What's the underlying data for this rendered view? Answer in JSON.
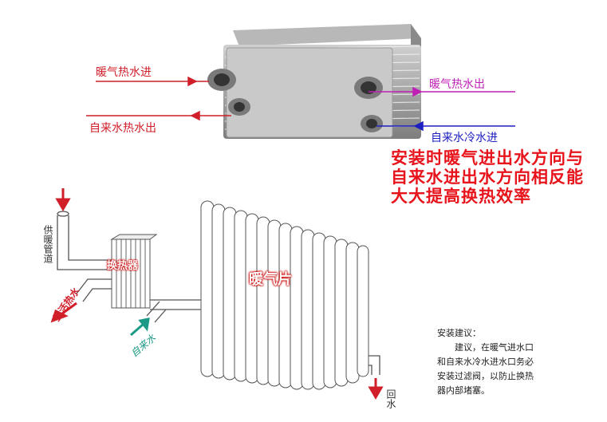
{
  "top_labels": {
    "heating_in": "暖气热水进",
    "heating_out": "暖气热水出",
    "tap_hot_out": "自来水热水出",
    "tap_cold_in": "自来水冷水进"
  },
  "headline": [
    "安装时暖气进出水方向与",
    "自来水进出水方向相反能",
    "大大提高换热效率"
  ],
  "diagram": {
    "supply_pipe": "供暖管道",
    "exchanger": "换热器",
    "radiator": "暖气片",
    "domestic_hot": "生活热水",
    "tap_water": "自来水",
    "return": "回水"
  },
  "advice": {
    "title": "安装建议：",
    "lines": [
      "建议，在暖气进水口",
      "和自来水冷水进水口务必",
      "安装过滤阀，以防止换热",
      "器内部堵塞。"
    ]
  },
  "colors": {
    "red": "#d11f2a",
    "magenta": "#c01fb5",
    "blue": "#1d1fc0",
    "headline": "#e8141c",
    "teal_arrow": "#1b9a86"
  }
}
